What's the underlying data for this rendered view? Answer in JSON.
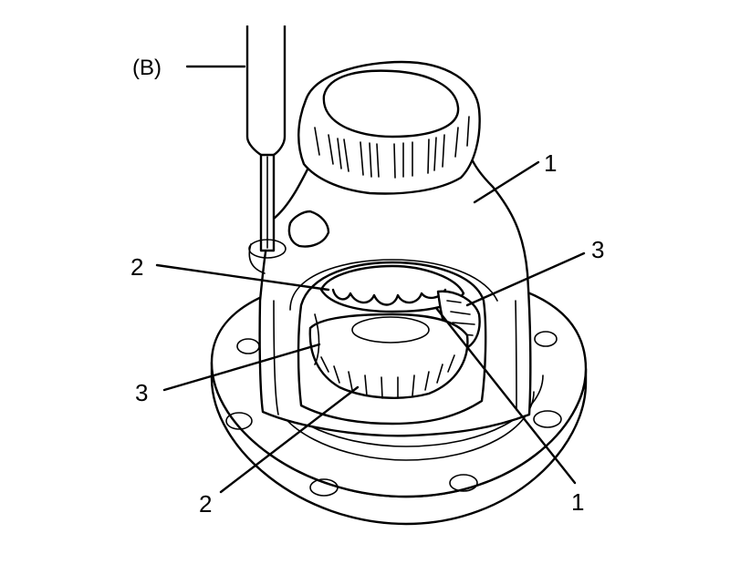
{
  "callouts": {
    "tool": "(B)",
    "case_top": "1",
    "case_bottom": "1",
    "gear_upper": "2",
    "gear_lower": "2",
    "pinion_right": "3",
    "pinion_left": "3"
  }
}
